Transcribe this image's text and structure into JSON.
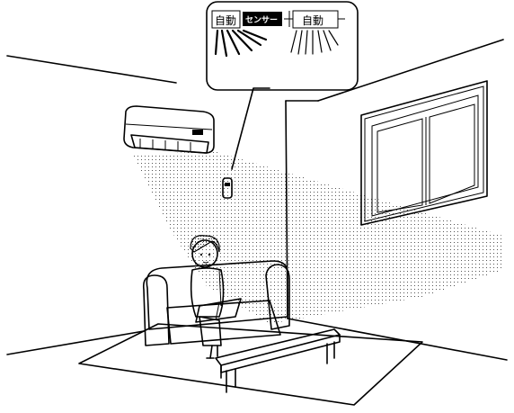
{
  "callout": {
    "mode_left": "自動",
    "sensor_badge": "センサー",
    "mode_right": "自動"
  }
}
